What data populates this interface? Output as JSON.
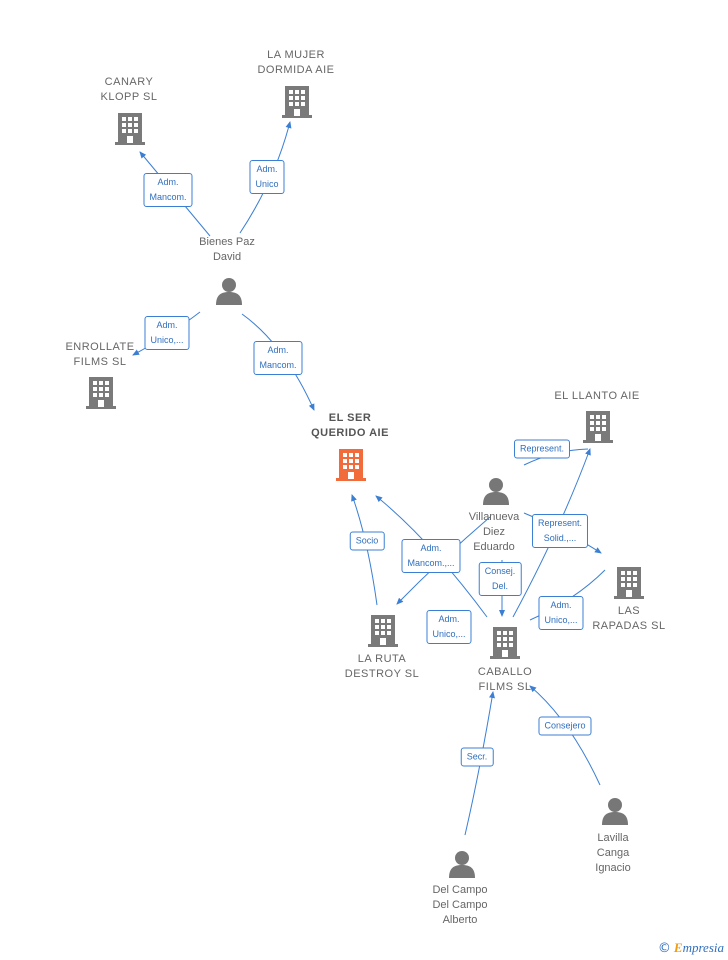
{
  "colors": {
    "edge": "#3b7fd4",
    "company": "#7a7a7a",
    "target": "#f26b3a",
    "person": "#777777"
  },
  "nodes": [
    {
      "id": "canary",
      "type": "company",
      "label": "CANARY\nKLOPP  SL",
      "icon": "building-icon"
    },
    {
      "id": "mujer",
      "type": "company",
      "label": "LA MUJER\nDORMIDA  AIE",
      "icon": "building-icon"
    },
    {
      "id": "enrollate",
      "type": "company",
      "label": "ENROLLATE\nFILMS  SL",
      "icon": "building-icon"
    },
    {
      "id": "querido",
      "type": "target",
      "label": "EL  SER\nQUERIDO  AIE",
      "icon": "building-icon"
    },
    {
      "id": "llanto",
      "type": "company",
      "label": "EL LLANTO AIE",
      "icon": "building-icon"
    },
    {
      "id": "rapadas",
      "type": "company",
      "label": "LAS\nRAPADAS  SL",
      "icon": "building-icon"
    },
    {
      "id": "ruta",
      "type": "company",
      "label": "LA RUTA\nDESTROY  SL",
      "icon": "building-icon"
    },
    {
      "id": "caballo",
      "type": "company",
      "label": "CABALLO\nFILMS SL",
      "icon": "building-icon"
    },
    {
      "id": "bienes",
      "type": "person",
      "label": "Bienes Paz\nDavid",
      "icon": "person-icon"
    },
    {
      "id": "villanueva",
      "type": "person",
      "label": "Villanueva\nDiez\nEduardo",
      "icon": "person-icon"
    },
    {
      "id": "delcampo",
      "type": "person",
      "label": "Del Campo\nDel Campo\nAlberto",
      "icon": "person-icon"
    },
    {
      "id": "lavilla",
      "type": "person",
      "label": "Lavilla\nCanga\nIgnacio",
      "icon": "person-icon"
    }
  ],
  "edges": [
    {
      "id": "e1",
      "label": "Adm.\nMancom."
    },
    {
      "id": "e2",
      "label": "Adm.\nUnico"
    },
    {
      "id": "e3",
      "label": "Adm.\nUnico,..."
    },
    {
      "id": "e4",
      "label": "Adm.\nMancom."
    },
    {
      "id": "e5",
      "label": "Socio"
    },
    {
      "id": "e6",
      "label": "Adm.\nMancom.,..."
    },
    {
      "id": "e7",
      "label": "Represent."
    },
    {
      "id": "e8",
      "label": "Represent.\nSolid.,..."
    },
    {
      "id": "e9",
      "label": "Consej.\nDel."
    },
    {
      "id": "e10",
      "label": "Adm.\nUnico,..."
    },
    {
      "id": "e11",
      "label": "Adm.\nUnico,..."
    },
    {
      "id": "e12",
      "label": "Secr."
    },
    {
      "id": "e13",
      "label": "Consejero"
    }
  ],
  "footer": {
    "copyright": "©",
    "brand_e": "E",
    "brand_rest": "mpresia"
  }
}
